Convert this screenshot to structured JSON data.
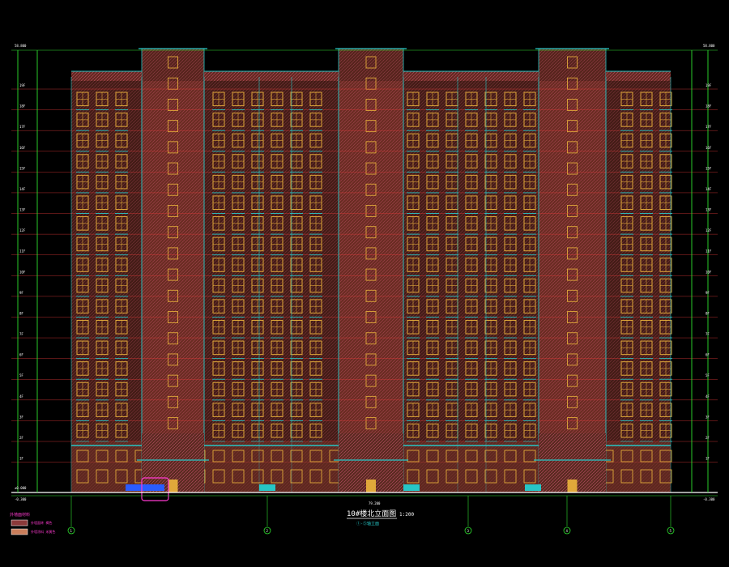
{
  "drawing": {
    "title": "10#楼北立面图",
    "scale": "1:200",
    "subtitle": "①-⑤轴立面"
  },
  "floors": {
    "count": 19,
    "left_labels": [
      "19F",
      "18F",
      "17F",
      "16F",
      "15F",
      "14F",
      "13F",
      "12F",
      "11F",
      "10F",
      "9F",
      "8F",
      "7F",
      "6F",
      "5F",
      "4F",
      "3F",
      "2F",
      "1F"
    ],
    "right_labels": [
      "19F",
      "18F",
      "17F",
      "16F",
      "15F",
      "14F",
      "13F",
      "12F",
      "11F",
      "10F",
      "9F",
      "8F",
      "7F",
      "6F",
      "5F",
      "4F",
      "3F",
      "2F",
      "1F"
    ],
    "top_elevation": "58.800",
    "bottom_elevation": "-0.300",
    "ground_elevation": "±0.000"
  },
  "grid_axes": {
    "labels": [
      "1",
      "2",
      "3",
      "4",
      "5"
    ],
    "dimension_text": "79.200"
  },
  "legend": {
    "title": "外墙面材料",
    "items": [
      {
        "label": "外墙面砖 褐色",
        "color": "#8b3a3a"
      },
      {
        "label": "外墙涂料 米黄色",
        "color": "#c97d5a"
      }
    ]
  },
  "colors": {
    "background": "#000000",
    "wall": "#7a3328",
    "window": "#e0a83a",
    "line": "#26c6c6",
    "floor_line": "#e23a3a",
    "dimension": "#2ee02e",
    "highlight": "#ff3ad0",
    "text": "#ffffff"
  }
}
